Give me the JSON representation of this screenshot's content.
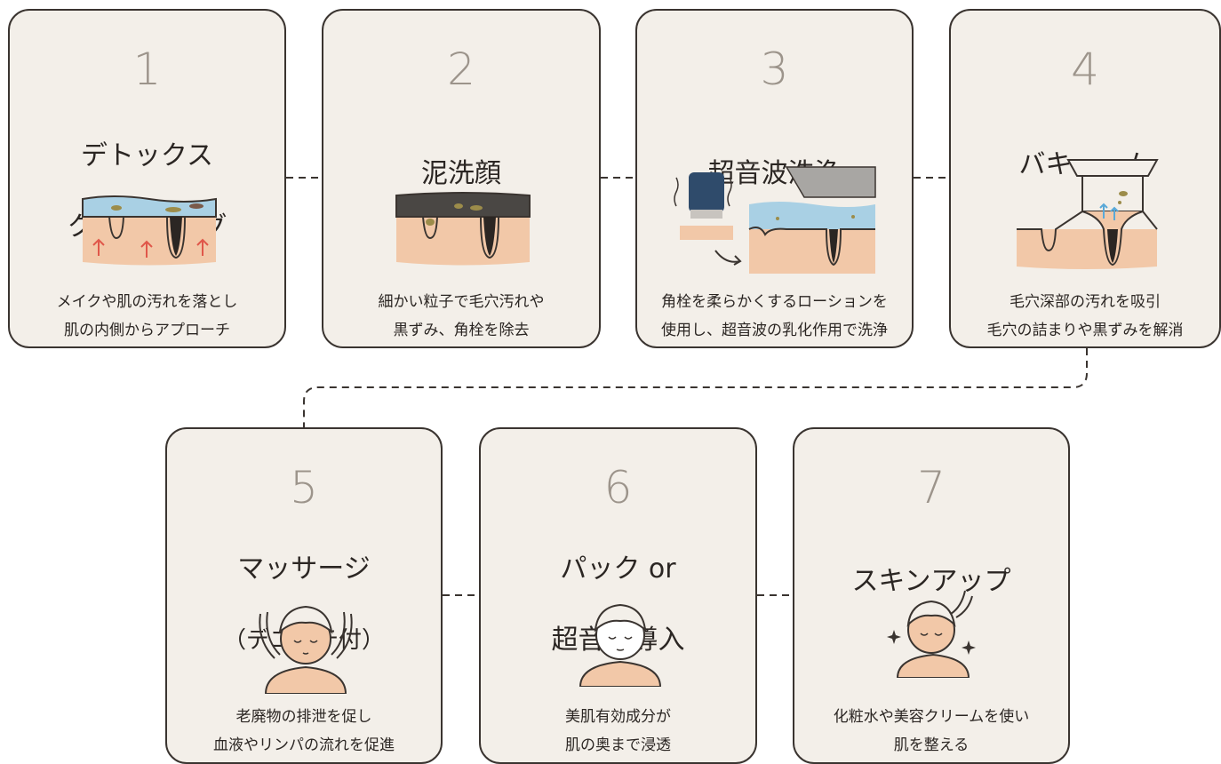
{
  "steps": [
    {
      "number": "1",
      "title": [
        "デトックス",
        "クレンジング"
      ],
      "description": [
        "メイクや肌の汚れを落とし",
        "肌の内側からアプローチ"
      ],
      "illustration": "skin-cleansing-icon"
    },
    {
      "number": "2",
      "title": [
        "泥洗顔"
      ],
      "description": [
        "細かい粒子で毛穴汚れや",
        "黒ずみ、角栓を除去"
      ],
      "illustration": "skin-mud-wash-icon"
    },
    {
      "number": "3",
      "title": [
        "超音波洗浄"
      ],
      "description": [
        "角栓を柔らかくするローションを",
        "使用し、超音波の乳化作用で洗浄"
      ],
      "illustration": "ultrasonic-cleaning-icon"
    },
    {
      "number": "4",
      "title": [
        "バキューム"
      ],
      "description": [
        "毛穴深部の汚れを吸引",
        "毛穴の詰まりや黒ずみを解消"
      ],
      "illustration": "vacuum-pore-icon"
    },
    {
      "number": "5",
      "title": [
        "マッサージ",
        "（デコルテ付）"
      ],
      "description": [
        "老廃物の排泄を促し",
        "血液やリンパの流れを促進"
      ],
      "illustration": "face-massage-icon"
    },
    {
      "number": "6",
      "title": [
        "パック or",
        "超音波導入"
      ],
      "description": [
        "美肌有効成分が",
        "肌の奥まで浸透"
      ],
      "illustration": "face-pack-icon"
    },
    {
      "number": "7",
      "title": [
        "スキンアップ"
      ],
      "description": [
        "化粧水や美容クリームを使い",
        "肌を整える"
      ],
      "illustration": "skin-up-face-icon"
    }
  ],
  "colors": {
    "card_bg": "#f3efe9",
    "border": "#3a3430",
    "number": "#9c948b",
    "skin": "#f2c8a8",
    "water": "#a9d0e4",
    "arrow_red": "#e0574a",
    "arrow_blue": "#5aa9d8"
  }
}
